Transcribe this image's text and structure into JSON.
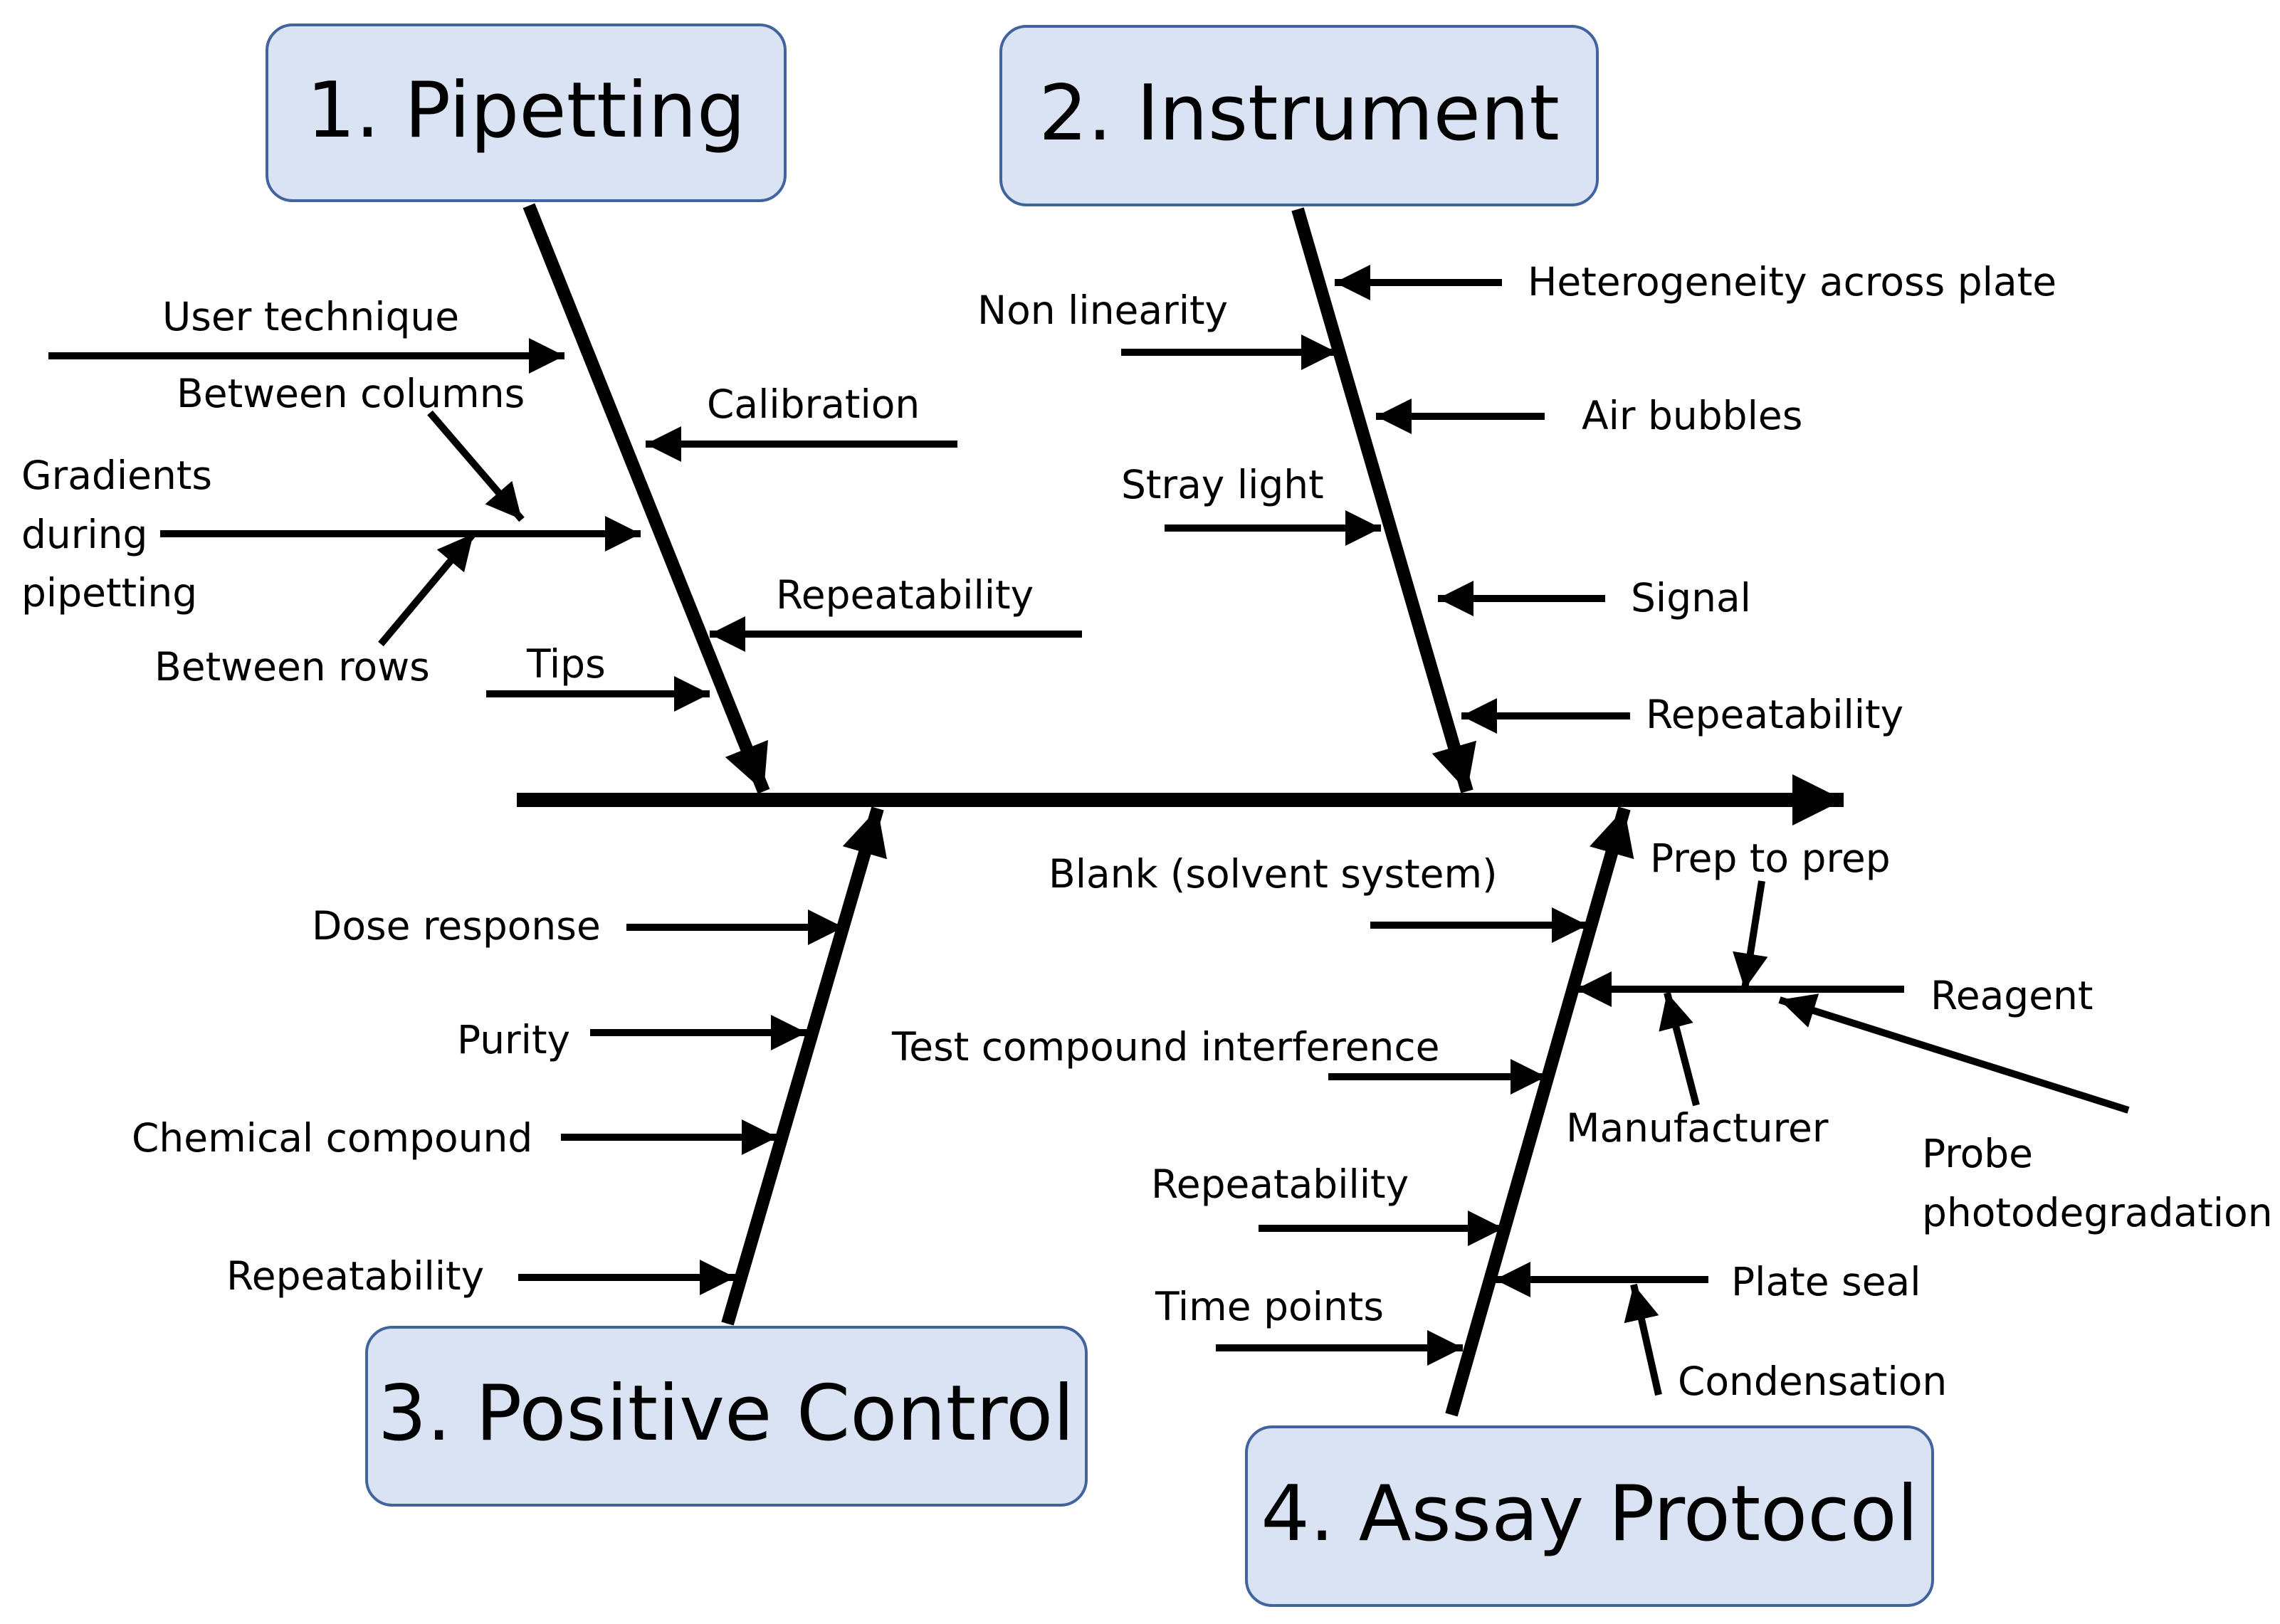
{
  "categories": {
    "pipetting": "1. Pipetting",
    "instrument": "2. Instrument",
    "positive_control": "3. Positive Control",
    "assay_protocol": "4. Assay Protocol"
  },
  "pipetting": {
    "user_technique": "User technique",
    "between_columns": "Between columns",
    "calibration": "Calibration",
    "gradients_1": "Gradients",
    "gradients_2": "during",
    "gradients_3": "pipetting",
    "repeatability": "Repeatability",
    "between_rows": "Between rows",
    "tips": "Tips"
  },
  "instrument": {
    "heterogeneity": "Heterogeneity across plate",
    "non_linearity": "Non linearity",
    "air_bubbles": "Air bubbles",
    "stray_light": "Stray light",
    "signal": "Signal",
    "repeatability": "Repeatability"
  },
  "positive_control": {
    "dose_response": "Dose response",
    "purity": "Purity",
    "chemical_compound": "Chemical compound",
    "repeatability": "Repeatability"
  },
  "assay_protocol": {
    "blank": "Blank (solvent system)",
    "prep_to_prep": "Prep to prep",
    "reagent": "Reagent",
    "test_compound": "Test compound interference",
    "manufacturer": "Manufacturer",
    "probe_1": "Probe",
    "probe_2": "photodegradation",
    "repeatability": "Repeatability",
    "plate_seal": "Plate seal",
    "time_points": "Time points",
    "condensation": "Condensation"
  },
  "colors": {
    "box_fill": "#dae3f3",
    "box_border": "#41649f",
    "line": "#000000"
  }
}
